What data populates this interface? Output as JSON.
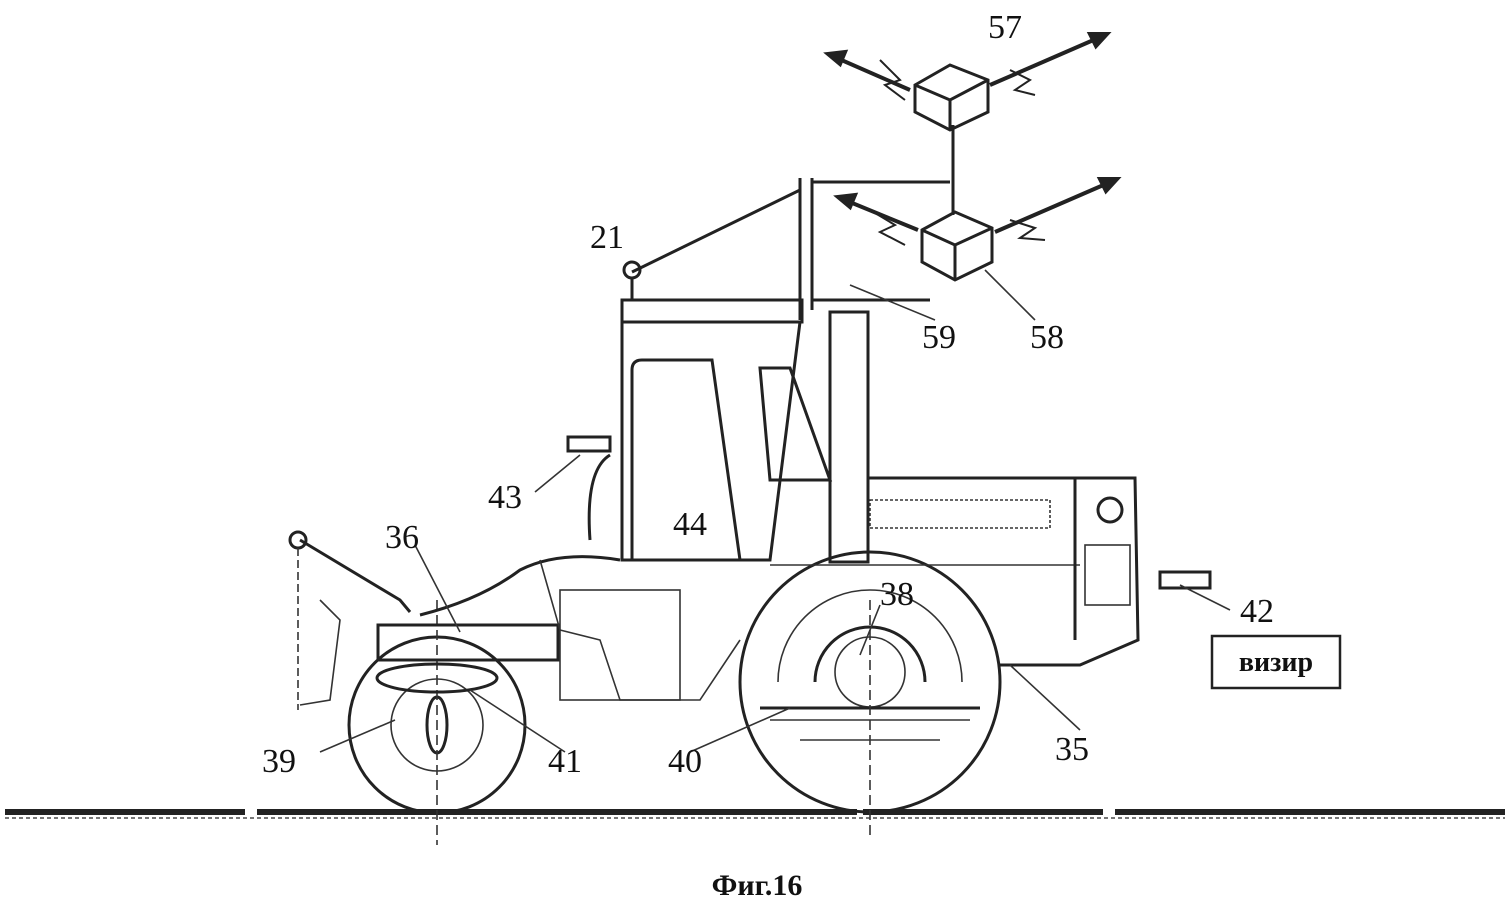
{
  "figure": {
    "caption": "Фиг.16",
    "labels": {
      "l57": "57",
      "l21": "21",
      "l59": "59",
      "l58": "58",
      "l43": "43",
      "l44": "44",
      "l36": "36",
      "l38": "38",
      "l42": "42",
      "l39": "39",
      "l41": "41",
      "l40": "40",
      "l35": "35"
    },
    "sight_box_text": "визир"
  }
}
